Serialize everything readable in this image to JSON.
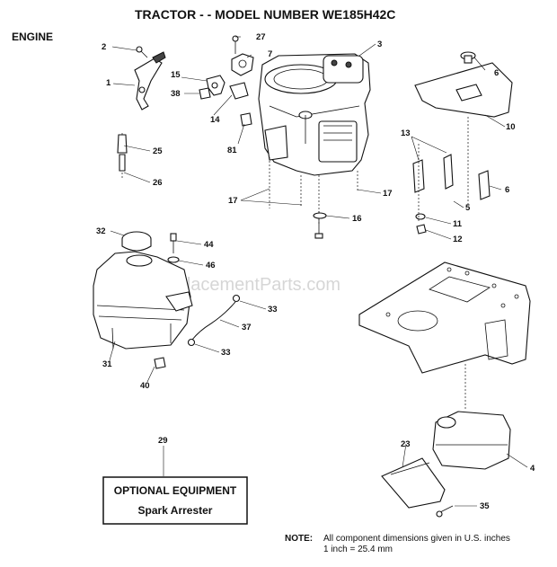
{
  "title": "TRACTOR - - MODEL NUMBER WE185H42C",
  "section": "ENGINE",
  "watermark": "eReplacementParts.com",
  "optional_box": {
    "line1": "OPTIONAL EQUIPMENT",
    "line2": "Spark Arrester"
  },
  "note": {
    "label": "NOTE:",
    "line1": "All component dimensions given in U.S. inches",
    "line2": "1 inch = 25.4 mm"
  },
  "callouts": {
    "c2": "2",
    "c27": "27",
    "c7": "7",
    "c3": "3",
    "c6a": "6",
    "c1": "1",
    "c15": "15",
    "c38": "38",
    "c14": "14",
    "c81": "81",
    "c10": "10",
    "c13": "13",
    "c25": "25",
    "c26": "26",
    "c6b": "6",
    "c17a": "17",
    "c17b": "17",
    "c16": "16",
    "c5": "5",
    "c11": "11",
    "c12": "12",
    "c32": "32",
    "c44": "44",
    "c46": "46",
    "c33a": "33",
    "c37": "37",
    "c33b": "33",
    "c31": "31",
    "c40": "40",
    "c29": "29",
    "c23": "23",
    "c4": "4",
    "c35": "35"
  }
}
